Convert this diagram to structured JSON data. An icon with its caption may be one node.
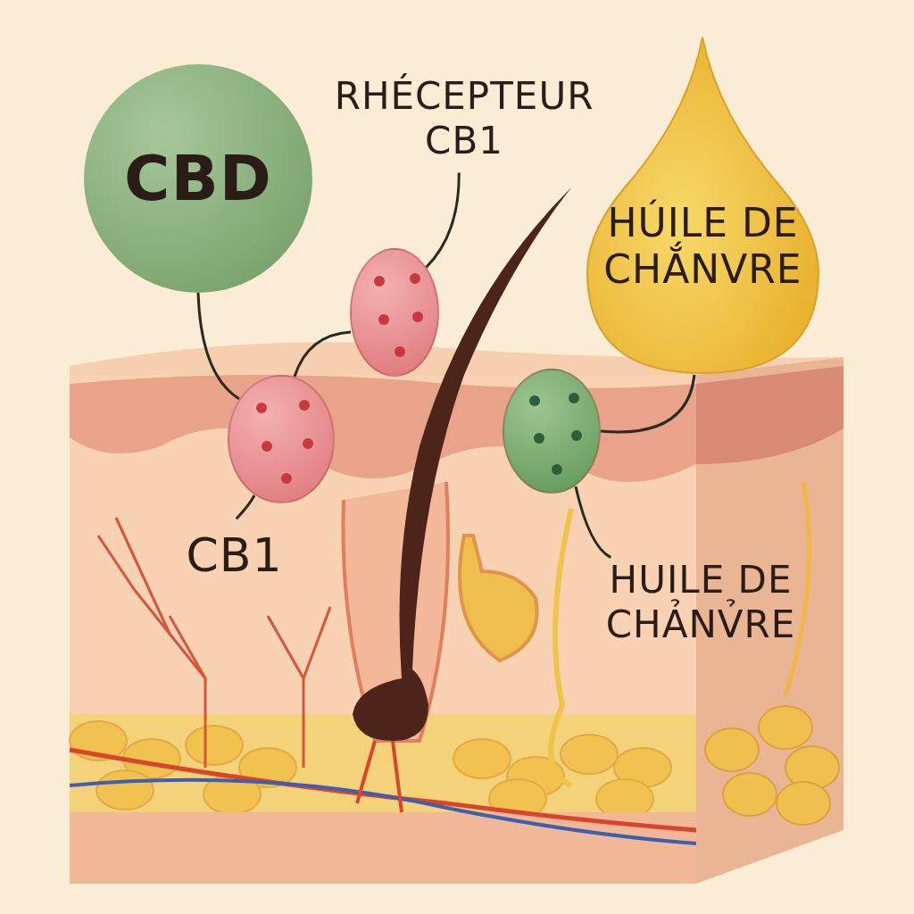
{
  "diagram": {
    "nodes": [
      {
        "text": [
          "CBD"
        ]
      },
      {
        "text": [],
        "shape": "circle"
      },
      {
        "text": [
          "RHÉCEPTEUR CB1"
        ]
      },
      {
        "text": [],
        "shape": "circle"
      },
      {
        "text": [
          "HÚILE DE CHẮNVRE"
        ]
      },
      {
        "text": [],
        "shape": "circle"
      },
      {
        "text": [
          "CB1"
        ]
      },
      {
        "text": [
          "HUILE DE CHẢNV̉RE"
        ]
      }
    ],
    "edges": [
      {
        "from": 0,
        "to": 1,
        "arrow": "none"
      },
      {
        "from": 2,
        "to": 3,
        "arrow": "none"
      },
      {
        "from": 1,
        "to": 3,
        "arrow": "none"
      },
      {
        "from": 4,
        "to": 5,
        "arrow": "none"
      },
      {
        "from": 6,
        "to": 1,
        "arrow": "none"
      },
      {
        "from": 7,
        "to": 5,
        "arrow": "none"
      }
    ]
  }
}
